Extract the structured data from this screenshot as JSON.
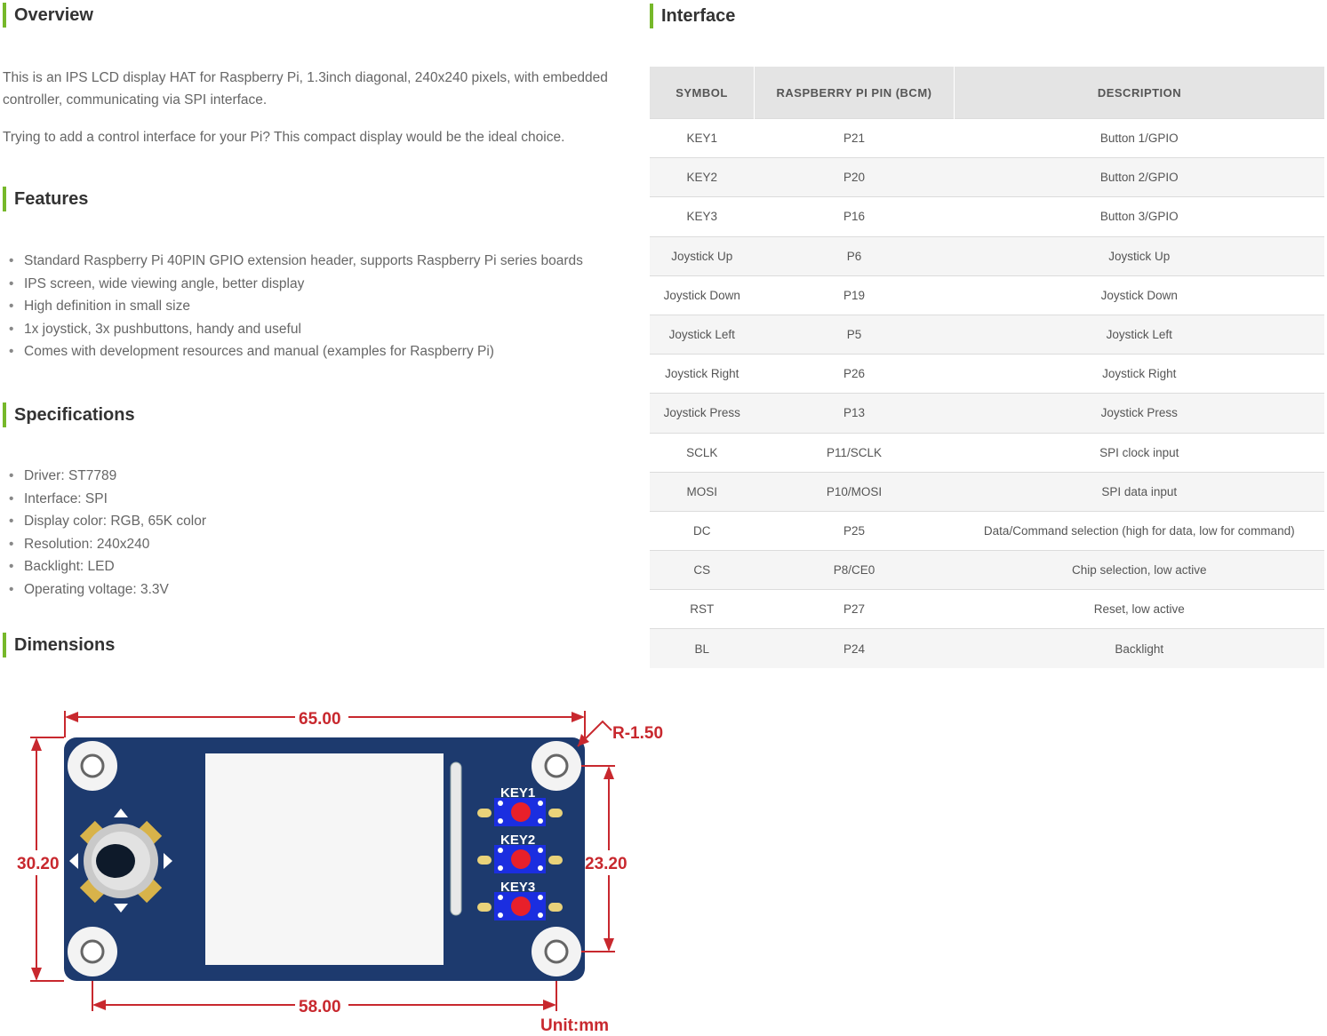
{
  "overview": {
    "title": "Overview",
    "p1": "This is an IPS LCD display HAT for Raspberry Pi, 1.3inch diagonal, 240x240 pixels, with embedded controller, communicating via SPI interface.",
    "p2": "Trying to add a control interface for your Pi? This compact display would be the ideal choice."
  },
  "features": {
    "title": "Features",
    "items": [
      "Standard Raspberry Pi 40PIN GPIO extension header, supports Raspberry Pi series boards",
      "IPS screen, wide viewing angle, better display",
      "High definition in small size",
      "1x joystick, 3x pushbuttons, handy and useful",
      "Comes with development resources and manual (examples for Raspberry Pi)"
    ]
  },
  "specifications": {
    "title": "Specifications",
    "items": [
      "Driver: ST7789",
      "Interface: SPI",
      "Display color: RGB, 65K color",
      "Resolution: 240x240",
      "Backlight: LED",
      "Operating voltage: 3.3V"
    ]
  },
  "dimensions": {
    "title": "Dimensions",
    "width": "65.00",
    "height": "30.20",
    "radius": "R-1.50",
    "hole_spacing_v": "23.20",
    "hole_spacing_h": "58.00",
    "unit": "Unit:mm",
    "key_labels": [
      "KEY1",
      "KEY2",
      "KEY3"
    ]
  },
  "interface": {
    "title": "Interface",
    "headers": [
      "SYMBOL",
      "RASPBERRY PI PIN (BCM)",
      "DESCRIPTION"
    ],
    "rows": [
      [
        "KEY1",
        "P21",
        "Button 1/GPIO"
      ],
      [
        "KEY2",
        "P20",
        "Button 2/GPIO"
      ],
      [
        "KEY3",
        "P16",
        "Button 3/GPIO"
      ],
      [
        "Joystick Up",
        "P6",
        "Joystick Up"
      ],
      [
        "Joystick Down",
        "P19",
        "Joystick Down"
      ],
      [
        "Joystick Left",
        "P5",
        "Joystick Left"
      ],
      [
        "Joystick Right",
        "P26",
        "Joystick Right"
      ],
      [
        "Joystick Press",
        "P13",
        "Joystick Press"
      ],
      [
        "SCLK",
        "P11/SCLK",
        "SPI clock input"
      ],
      [
        "MOSI",
        "P10/MOSI",
        "SPI data input"
      ],
      [
        "DC",
        "P25",
        "Data/Command selection (high for data, low for command)"
      ],
      [
        "CS",
        "P8/CE0",
        "Chip selection, low active"
      ],
      [
        "RST",
        "P27",
        "Reset, low active"
      ],
      [
        "BL",
        "P24",
        "Backlight"
      ]
    ]
  },
  "colors": {
    "accent": "#76b82a",
    "dimension_red": "#c8282e",
    "board_blue": "#1d3a6e",
    "key_blue": "#1b2ee0"
  }
}
